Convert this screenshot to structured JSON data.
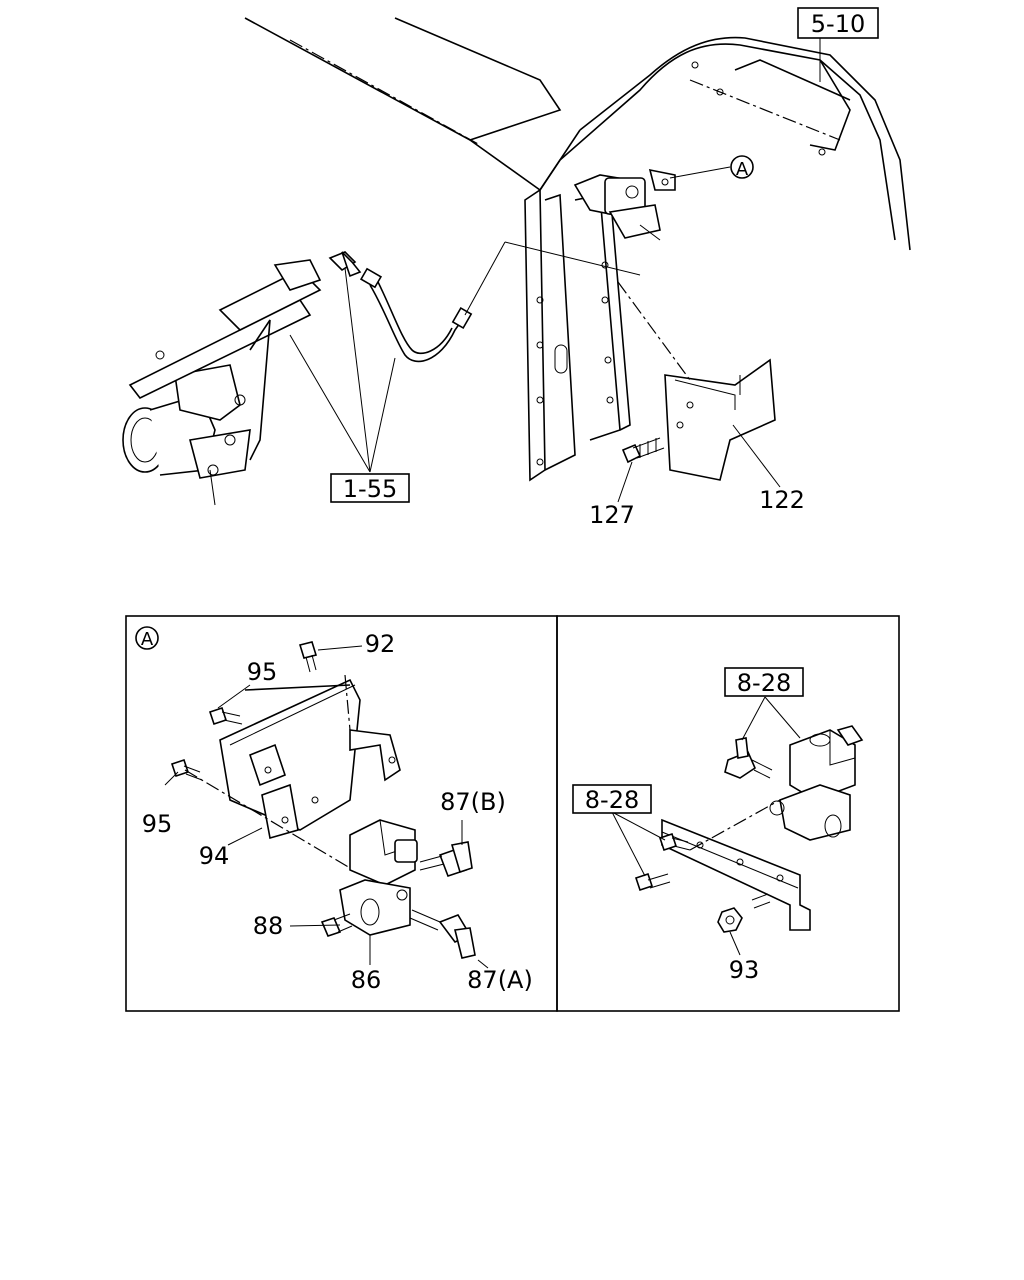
{
  "refs": {
    "ref_5_10": "5-10",
    "ref_1_55": "1-55",
    "ref_8_28_a": "8-28",
    "ref_8_28_b": "8-28"
  },
  "callouts": {
    "A_top": "A",
    "A_panel": "A",
    "p122": "122",
    "p127": "127",
    "p92": "92",
    "p95a": "95",
    "p95b": "95",
    "p94": "94",
    "p87b": "87(B)",
    "p88": "88",
    "p86": "86",
    "p87a": "87(A)",
    "p93": "93"
  }
}
